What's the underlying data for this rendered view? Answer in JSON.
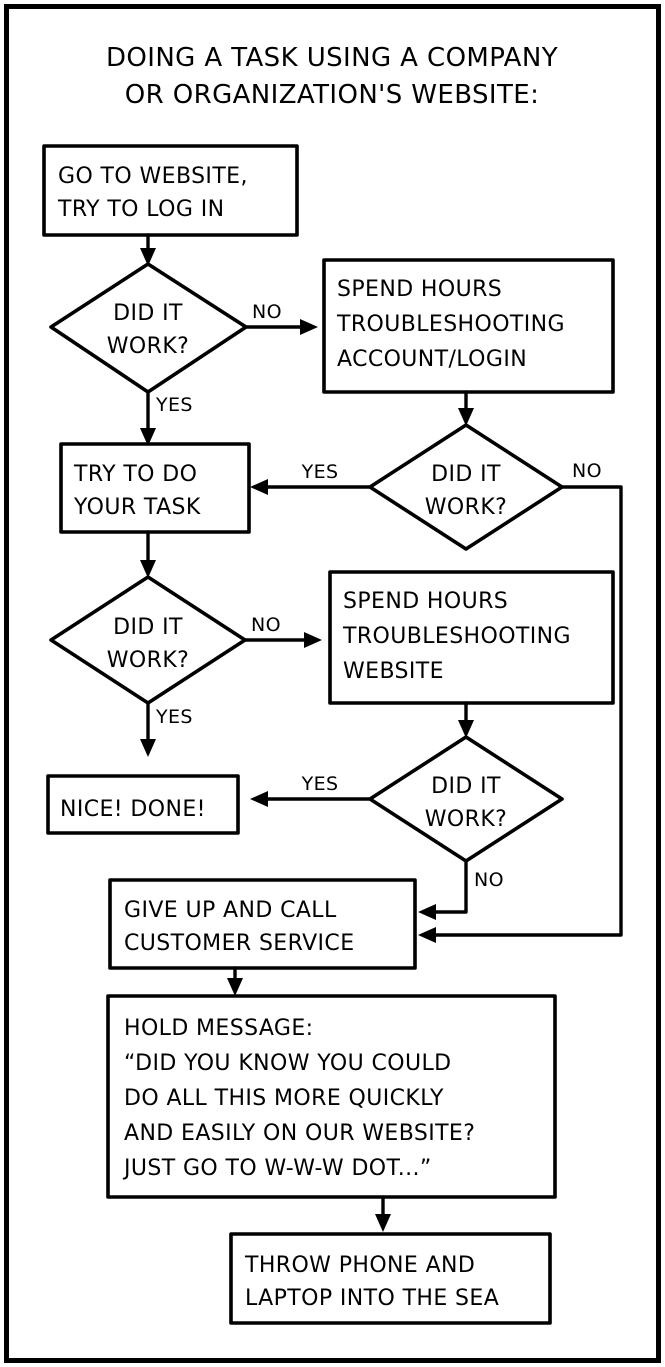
{
  "comic": {
    "title_line_1": "DOING A TASK USING A COMPANY",
    "title_line_2": "OR ORGANIZATION'S WEBSITE:",
    "ink_color": "#000000",
    "paper_color": "#ffffff"
  },
  "nodes": {
    "start": {
      "shape": "rectangle",
      "line_1": "GO TO WEBSITE,",
      "line_2": "TRY TO LOG IN"
    },
    "decision_login": {
      "shape": "diamond",
      "line_1": "DID IT",
      "line_2": "WORK?"
    },
    "troubleshoot_login": {
      "shape": "rectangle",
      "line_1": "SPEND HOURS",
      "line_2": "TROUBLESHOOTING",
      "line_3": "ACCOUNT/LOGIN"
    },
    "decision_login_retry": {
      "shape": "diamond",
      "line_1": "DID IT",
      "line_2": "WORK?"
    },
    "try_task": {
      "shape": "rectangle",
      "line_1": "TRY TO DO",
      "line_2": "YOUR TASK"
    },
    "decision_task": {
      "shape": "diamond",
      "line_1": "DID IT",
      "line_2": "WORK?"
    },
    "troubleshoot_website": {
      "shape": "rectangle",
      "line_1": "SPEND HOURS",
      "line_2": "TROUBLESHOOTING",
      "line_3": "WEBSITE"
    },
    "decision_website_retry": {
      "shape": "diamond",
      "line_1": "DID IT",
      "line_2": "WORK?"
    },
    "done": {
      "shape": "rectangle",
      "line_1": "NICE! DONE!"
    },
    "give_up": {
      "shape": "rectangle",
      "line_1": "GIVE UP AND CALL",
      "line_2": "CUSTOMER SERVICE"
    },
    "hold_message": {
      "shape": "rectangle",
      "line_1": "HOLD MESSAGE:",
      "line_2": "“DID YOU KNOW YOU COULD",
      "line_3": "DO ALL THIS MORE QUICKLY",
      "line_4": "AND EASILY ON OUR WEBSITE?",
      "line_5": "JUST GO TO W-W-W DOT...”"
    },
    "throw_devices": {
      "shape": "rectangle",
      "line_1": "THROW PHONE AND",
      "line_2": "LAPTOP INTO THE SEA"
    }
  },
  "edges": {
    "login_no": "NO",
    "login_yes": "YES",
    "login_retry_yes": "YES",
    "login_retry_no": "NO",
    "task_no": "NO",
    "task_yes": "YES",
    "website_retry_yes": "YES",
    "website_retry_no": "NO"
  }
}
